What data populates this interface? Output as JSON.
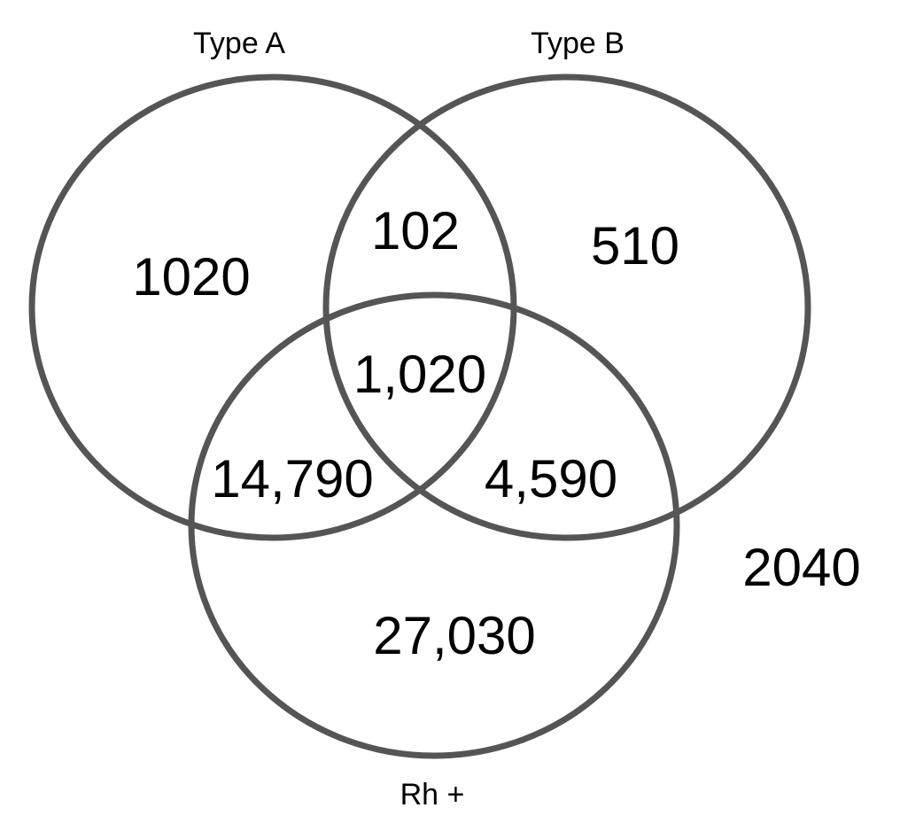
{
  "colors": {
    "circle_stroke": "#555555",
    "text": "#000000",
    "background": "#ffffff"
  },
  "sets": {
    "a": "Type A",
    "b": "Type B",
    "rh": "Rh +"
  },
  "regions": {
    "a_only": "1020",
    "b_only": "510",
    "a_b_only": "102",
    "a_b_rh": "1,020",
    "a_rh_only": "14,790",
    "b_rh_only": "4,590",
    "rh_only": "27,030",
    "outside": "2040"
  }
}
